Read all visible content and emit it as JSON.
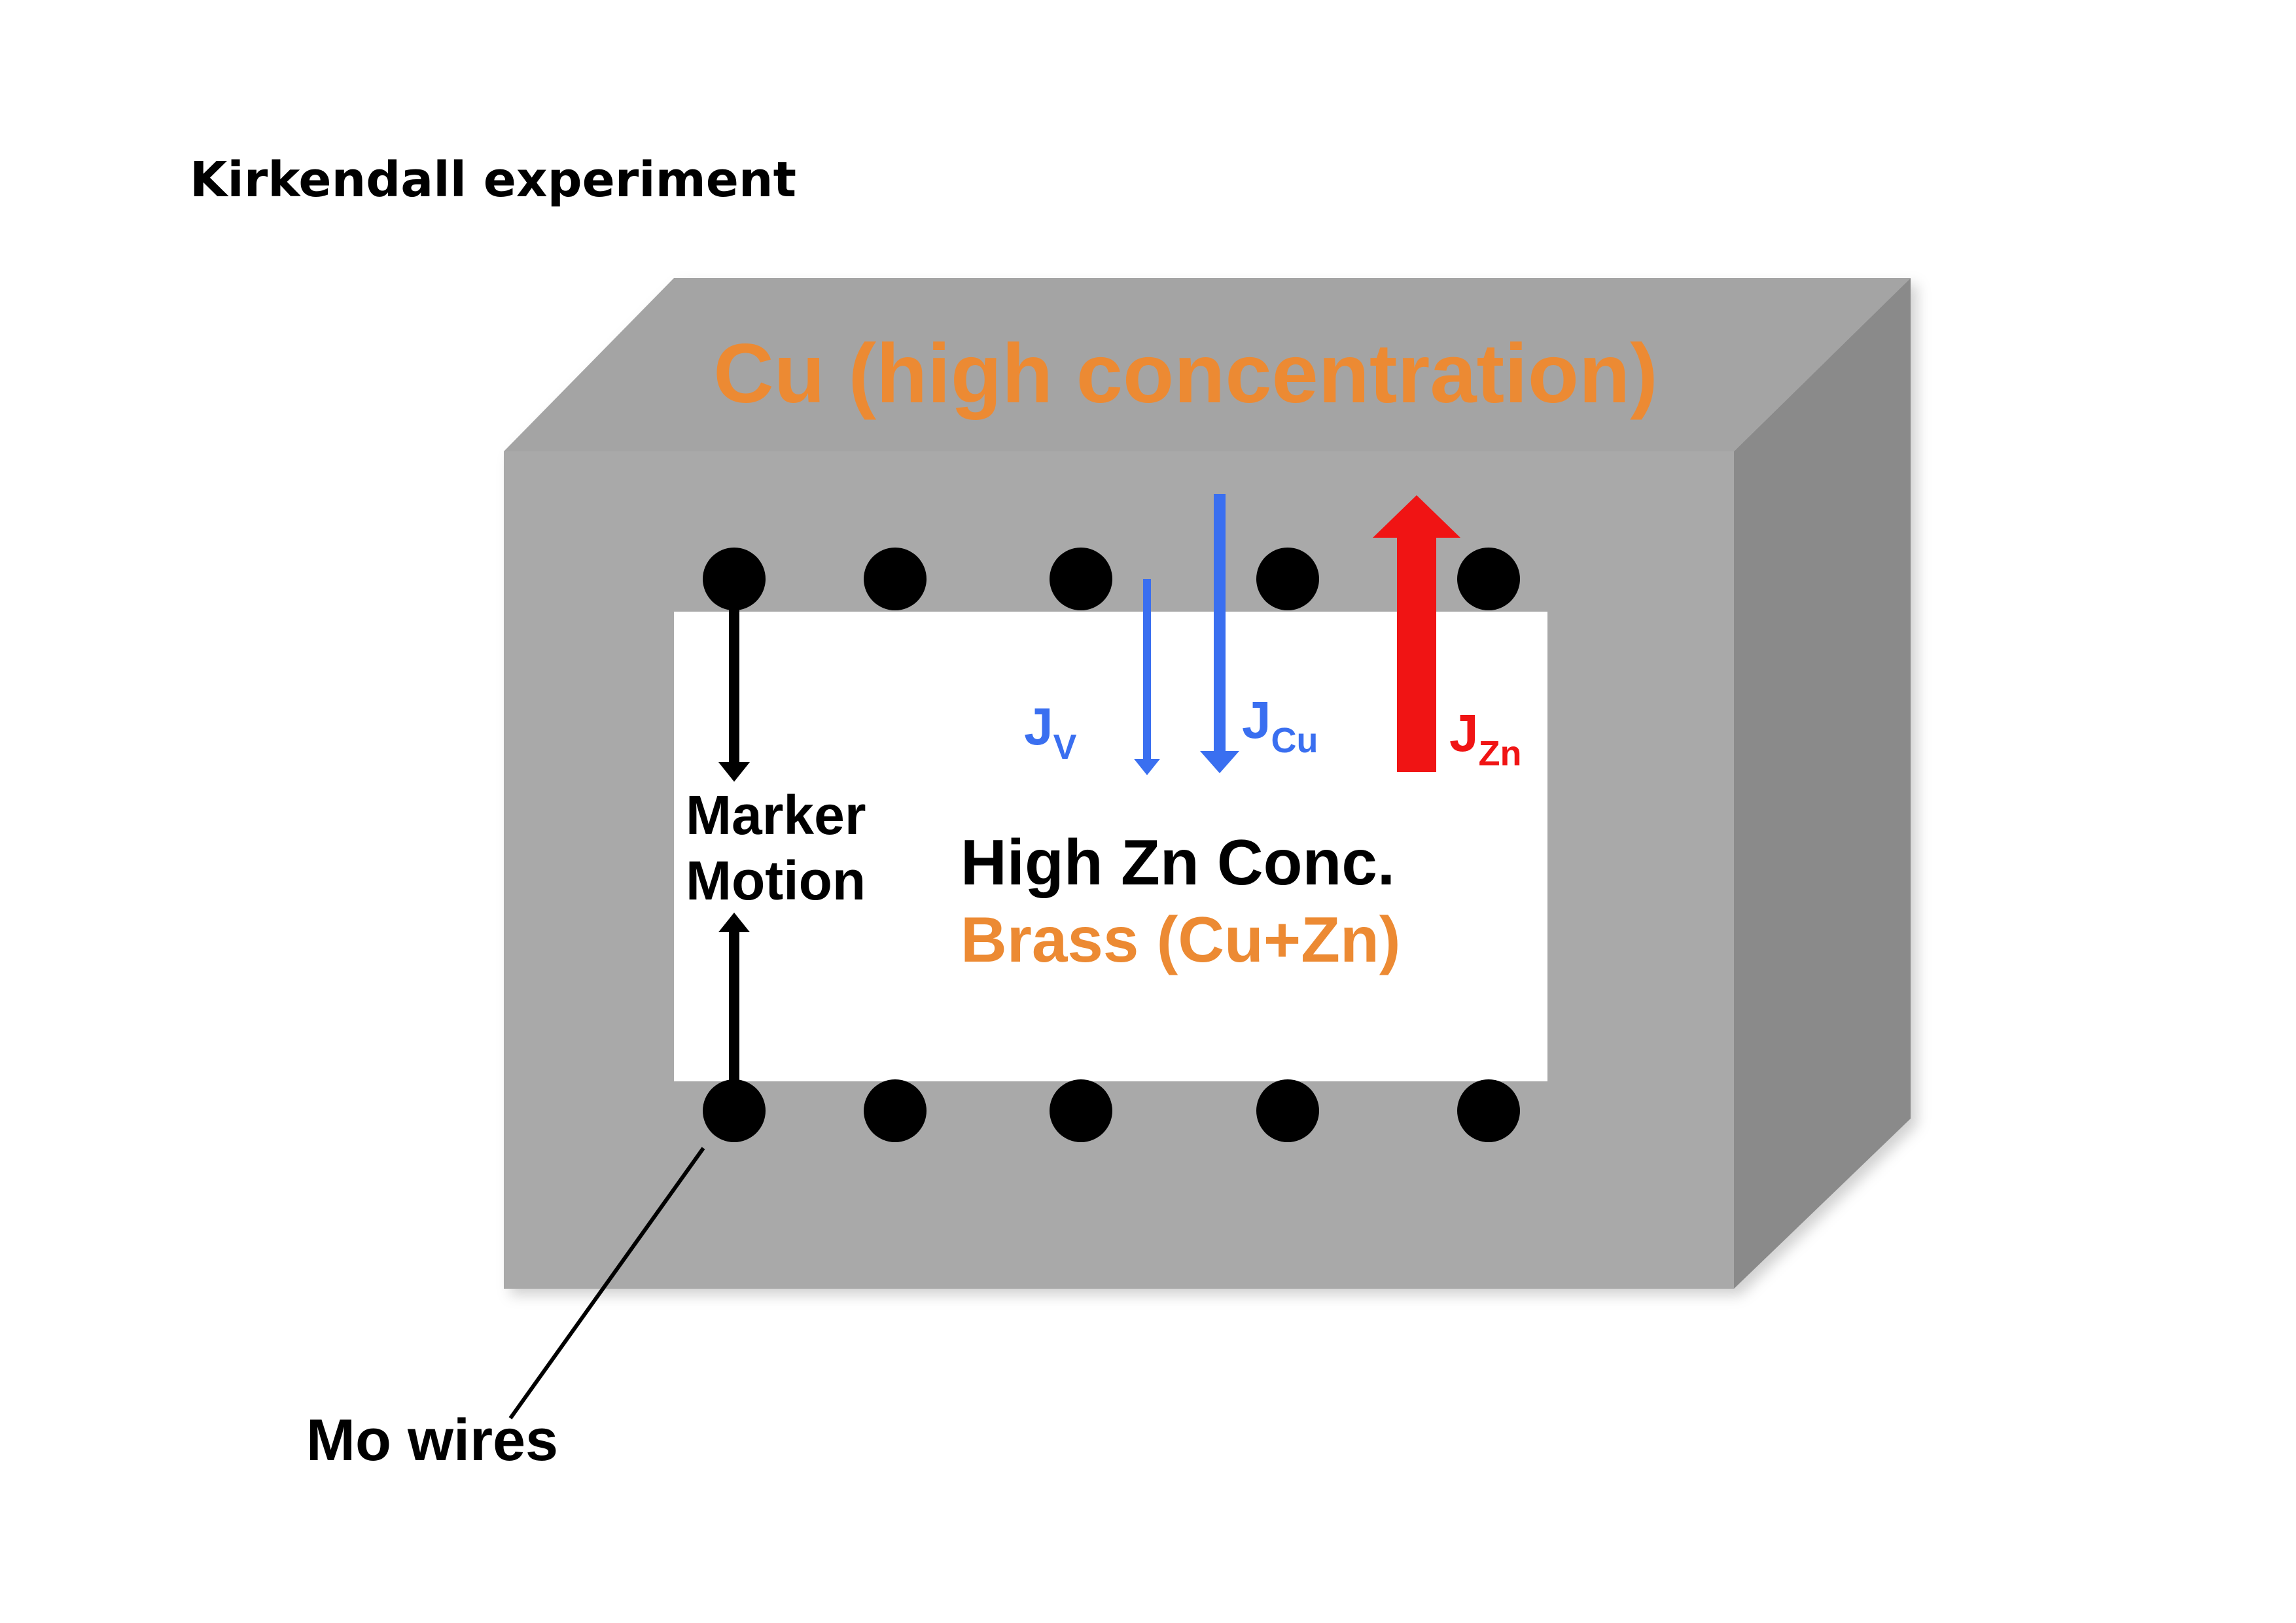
{
  "title": "Kirkendall experiment",
  "labels": {
    "cu_block": "Cu (high concentration)",
    "flux_v_main": "J",
    "flux_v_sub": "V",
    "flux_cu_main": "J",
    "flux_cu_sub": "Cu",
    "flux_zn_main": "J",
    "flux_zn_sub": "Zn",
    "marker_line1": "Marker",
    "marker_line2": "Motion",
    "zn_region": "High Zn Conc.",
    "brass": "Brass (Cu+Zn)",
    "mo_wires": "Mo wires"
  },
  "colors": {
    "block_front": "#a9a9a9",
    "block_top": "#a4a4a4",
    "block_side": "#8a8a8a",
    "orange": "#ec8a33",
    "blue": "#3a6ff0",
    "red": "#f01414",
    "black": "#000000"
  }
}
